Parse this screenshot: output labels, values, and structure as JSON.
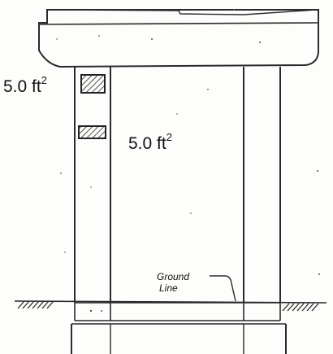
{
  "labels": {
    "area_top": {
      "value": "5.0 ft",
      "unit_exp": "2"
    },
    "area_bottom": {
      "value": "5.0 ft",
      "unit_exp": "2"
    },
    "ground_line": {
      "line1": "Ground",
      "line2": "Line"
    }
  },
  "colors": {
    "ink": "#2a2a2a",
    "paper": "#fdfdfb"
  }
}
